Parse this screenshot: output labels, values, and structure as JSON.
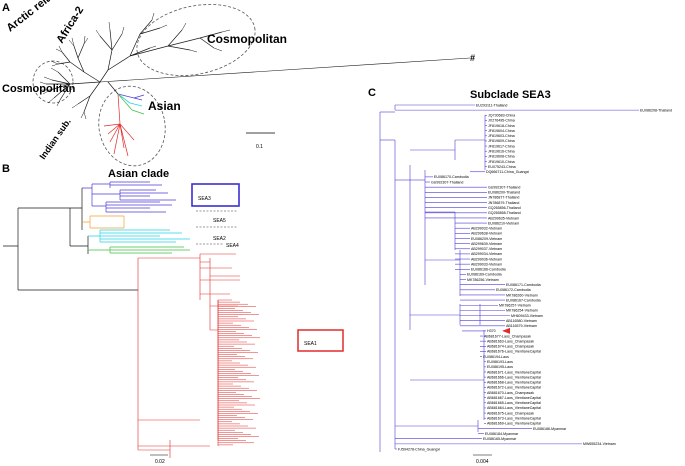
{
  "panels": {
    "a": {
      "label": "A",
      "clades": {
        "arctic": "Arctic related",
        "africa2": "Africa-2",
        "cosmo_right": "Cosmopolitan",
        "cosmo_left": "Cosmopolitan",
        "asian": "Asian",
        "indian": "Indian sub.",
        "hash": "#"
      },
      "scale": "0.1"
    },
    "b": {
      "label": "B",
      "title": "Asian clade",
      "subclades": {
        "sea3": "SEA3",
        "sea5": "SEA5",
        "sea2": "SEA2",
        "sea4": "SEA4",
        "sea1": "SEA1"
      },
      "scale": "0.02"
    },
    "c": {
      "label": "C",
      "title": "Subclade SEA3",
      "scale": "0.004",
      "leaves": [
        "EU293111-Thailand",
        "EU086208-Thailand",
        "JQ730683-China",
        "JX276495-China",
        "JF819618-China",
        "JF819604-China",
        "JF819603-China",
        "JF819609-China",
        "JF819617-China",
        "JF819616-China",
        "JF819608-China",
        "JF819610-China",
        "EU075243-China",
        "DQ666711-China_Guangxi",
        "EU086170-Cambodia",
        "GU992307-Thailand",
        "GU992307-Thailand",
        "EU086200-Thailand",
        "JN786877-Thailand",
        "JN786879-Thailand",
        "GQ265856-Thailand",
        "GQ265858-Thailand",
        "AB299635-Vietnam",
        "EU086210-Vietnam",
        "AB299032-Vietnam",
        "AB299638-Vietnam",
        "EU086209-Vietnam",
        "AB299639-Vietnam",
        "AB299037-Vietnam",
        "AB299034-Vietnam",
        "AB299036-Vietnam",
        "AB299033-Vietnam",
        "EU086166-Cambodia",
        "EU086169-Cambodia",
        "MK786256-Vietnam",
        "EU086171-Cambodia",
        "EU086172-Cambodia",
        "MK786260-Vietnam",
        "EU086167-Cambodia",
        "MK786257-Vietnam",
        "MK786254-Vietnam",
        "MH609433-Vietnam",
        "AB116580-Vietnam",
        "AB116579-Vietnam",
        "H370",
        "AB681677-Laos_Champasak",
        "AB681663-Laos_Champasak",
        "AB681674-Laos_Champasak",
        "AB681676-Laos_VientianeCapital",
        "EU086194-Laos",
        "EU086193-Laos",
        "EU086195-Laos",
        "AB681671-Laos_VientianeCapital",
        "AB681666-Laos_VientianeCapital",
        "AB681668-Laos_VientianeCapital",
        "AB681672-Laos_VientianeCapital",
        "AB681670-Laos_Champasak",
        "AB681667-Laos_VientianeCapital",
        "AB681665-Laos_VientianeCapital",
        "AB681664-Laos_VientianeCapital",
        "AB681675-Laos_Champasak",
        "AB681673-Laos_VientianeCapital",
        "AB681669-Laos_VientianeCapital",
        "EU086186-Myanmar",
        "EU086184-Myanmar",
        "EU086165-Myanmar",
        "MW655234-Vietnam",
        "FJ594278-China_Guangxi"
      ]
    }
  },
  "colors": {
    "black": "#1a1a1a",
    "sea3": "#4b3fd6",
    "sea5": "#f0a030",
    "sea2": "#22d3e6",
    "sea4": "#40c040",
    "sea1": "#e22b2b",
    "gray": "#888888"
  }
}
